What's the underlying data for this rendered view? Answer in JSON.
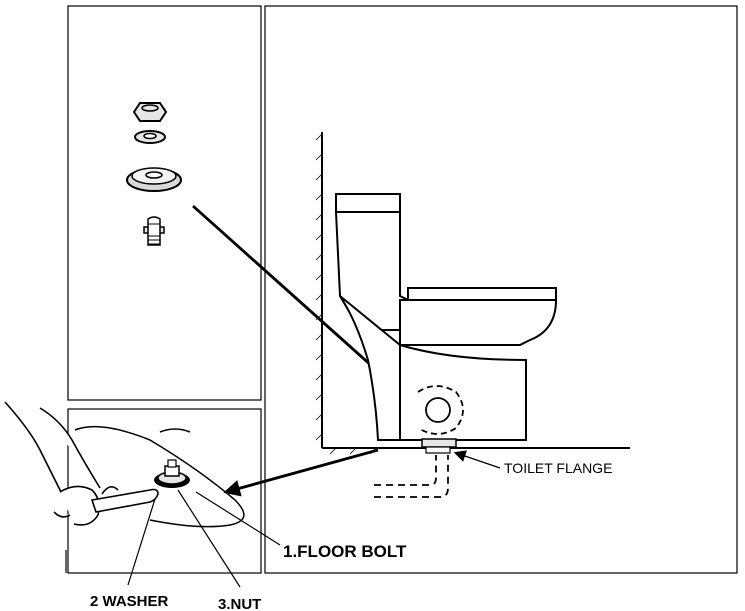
{
  "labels": {
    "toilet_flange": "TOILET FLANGE",
    "floor_bolt": "1.FLOOR BOLT",
    "washer": "2 WASHER",
    "nut": "3.NUT"
  },
  "colors": {
    "line": "#000000",
    "background": "#ffffff",
    "hardware_fill": "#e6e6e6"
  }
}
